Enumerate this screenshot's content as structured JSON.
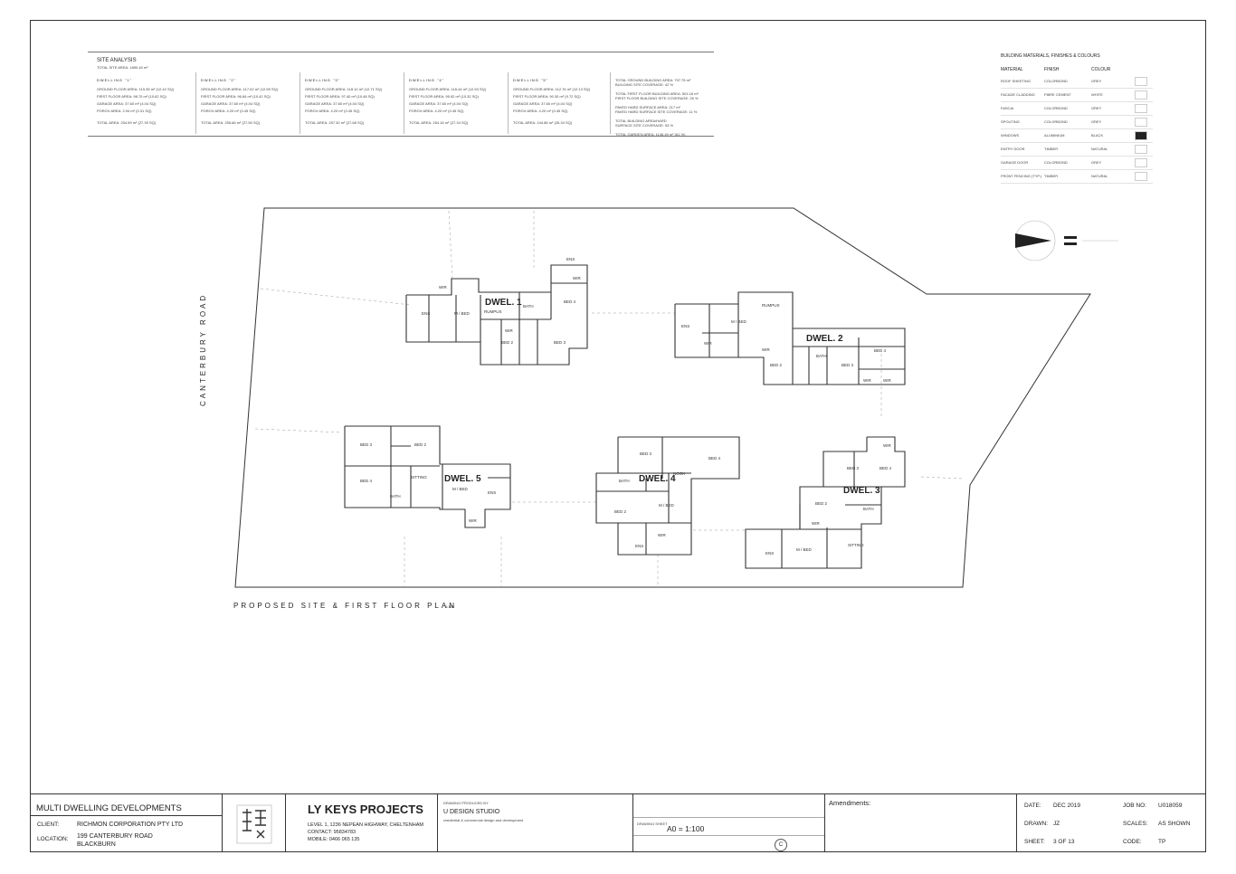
{
  "site_analysis": {
    "title": "SITE ANALYSIS",
    "subtitle": "TOTAL SITE AREA: 1890.40 m²",
    "dwellings": [
      {
        "head": "DWELLING \"1\"",
        "rows": [
          "GROUND FLOOR AREA: 115.35 m² (12.42 SQ)",
          "FIRST FLOOR AREA: 98.70 m² (10.62 SQ)",
          "GARAGE AREA: 37.60 m² (4.04 SQ)",
          "PORCH AREA: 2.94 m² (0.31 SQ)"
        ],
        "total": "TOTAL AREA: 254.59 m² (27.39 SQ)"
      },
      {
        "head": "DWELLING \"2\"",
        "rows": [
          "GROUND FLOOR AREA: 117.02 m² (12.59 SQ)",
          "FIRST FLOOR AREA: 96.84 m² (10.42 SQ)",
          "GARAGE AREA: 37.60 m² (4.04 SQ)",
          "PORCH AREA: 4.20 m² (0.45 SQ)"
        ],
        "total": "TOTAL AREA: 255.66 m² (27.50 SQ)"
      },
      {
        "head": "DWELLING \"3\"",
        "rows": [
          "GROUND FLOOR AREA: 118.10 m² (12.71 SQ)",
          "FIRST FLOOR AREA: 97.40 m² (10.48 SQ)",
          "GARAGE AREA: 37.60 m² (4.04 SQ)",
          "PORCH AREA: 4.20 m² (0.45 SQ)"
        ],
        "total": "TOTAL AREA: 257.30 m² (27.68 SQ)"
      },
      {
        "head": "DWELLING \"4\"",
        "rows": [
          "GROUND FLOOR AREA: 116.44 m² (12.53 SQ)",
          "FIRST FLOOR AREA: 95.92 m² (10.32 SQ)",
          "GARAGE AREA: 37.60 m² (4.04 SQ)",
          "PORCH AREA: 4.20 m² (0.45 SQ)"
        ],
        "total": "TOTAL AREA: 254.16 m² (27.34 SQ)"
      },
      {
        "head": "DWELLING \"5\"",
        "rows": [
          "GROUND FLOOR AREA: 112.76 m² (12.13 SQ)",
          "FIRST FLOOR AREA: 90.30 m² (9.72 SQ)",
          "GARAGE AREA: 37.60 m² (4.04 SQ)",
          "PORCH AREA: 4.20 m² (0.45 SQ)"
        ],
        "total": "TOTAL AREA: 244.86 m² (26.34 SQ)"
      }
    ],
    "totals": [
      "TOTAL GROUND BUILDING AREA: 797.75 m²",
      "BUILDING SITE COVERAGE: 42 %",
      "TOTAL FIRST FLOOR BUILDING AREA: 501.16 m²",
      "FIRST FLOOR BUILDING SITE COVERAGE: 26 %",
      "PAVED HARD SURFACE AREA: 217 m²",
      "PAVED HARD SURFACE SITE COVERAGE: 11 %",
      "TOTAL BUILDING AREA/HARD",
      "SURFACE SITE COVERAGE: 53 %",
      "TOTAL GARDEN AREA: 1146.49 m² (61 %)"
    ]
  },
  "materials": {
    "title": "BUILDING MATERIALS, FINISHES & COLOURS",
    "headers": [
      "MATERIAL",
      "FINISH",
      "COLOUR"
    ],
    "rows": [
      {
        "material": "ROOF SHEETING",
        "finish": "COLORBOND",
        "colour": "GREY",
        "swatch": "#ffffff"
      },
      {
        "material": "FACADE CLADDING",
        "finish": "FIBRE CEMENT",
        "colour": "WHITE",
        "swatch": "#ffffff"
      },
      {
        "material": "FASCIA",
        "finish": "COLORBOND",
        "colour": "GREY",
        "swatch": "#ffffff"
      },
      {
        "material": "SPOUTING",
        "finish": "COLORBOND",
        "colour": "GREY",
        "swatch": "#ffffff"
      },
      {
        "material": "WINDOWS",
        "finish": "ALUMINIUM",
        "colour": "BLACK",
        "swatch": "#222222"
      },
      {
        "material": "ENTRY DOOR",
        "finish": "TIMBER",
        "colour": "NATURAL",
        "swatch": "#ffffff"
      },
      {
        "material": "GARAGE DOOR",
        "finish": "COLORBOND",
        "colour": "GREY",
        "swatch": "#ffffff"
      },
      {
        "material": "FRONT FENCING (TYP.)",
        "finish": "TIMBER",
        "colour": "NATURAL",
        "swatch": "#ffffff"
      }
    ]
  },
  "plan": {
    "road": "CANTERBURY ROAD",
    "title": "PROPOSED SITE & FIRST FLOOR PLAN",
    "scale": "1:100",
    "dwellings": [
      {
        "name": "DWEL. 1",
        "rooms": [
          "WIR",
          "ENS",
          "M / BED",
          "RUMPUS",
          "BATH",
          "WIR",
          "ENS",
          "BED 4",
          "BED 2",
          "WIR",
          "BED 3"
        ]
      },
      {
        "name": "DWEL. 2",
        "rooms": [
          "ENS",
          "M / BED",
          "RUMPUS",
          "WIR",
          "WIR",
          "BED 2",
          "BATH",
          "BED 3",
          "BED 4",
          "WIR",
          "WIR"
        ]
      },
      {
        "name": "DWEL. 3",
        "rooms": [
          "WIR",
          "BED 3",
          "BED 4",
          "BED 2",
          "BATH",
          "WIR",
          "ENS",
          "M / BED",
          "SITTING"
        ]
      },
      {
        "name": "DWEL. 4",
        "rooms": [
          "BED 3",
          "BED 4",
          "BATH",
          "NOOK",
          "BED 2",
          "M / BED",
          "ENS",
          "WIR"
        ]
      },
      {
        "name": "DWEL. 5",
        "rooms": [
          "BED 3",
          "BED 2",
          "BED 4",
          "SITTING",
          "BATH",
          "M / BED",
          "ENS",
          "WIR"
        ]
      }
    ]
  },
  "title_block": {
    "project": "MULTI DWELLING DEVELOPMENTS",
    "client_label": "CLIENT:",
    "client": "RICHMON CORPORATION PTY LTD",
    "location_label": "LOCATION:",
    "location_line1": "199 CANTERBURY ROAD",
    "location_line2": "BLACKBURN",
    "firm": "LY KEYS PROJECTS",
    "firm_address": "LEVEL 1, 1236 NEPEAN HIGHWAY, CHELTENHAM",
    "firm_contact": "CONTACT: 95834783",
    "firm_mobile": "MOBILE: 0466 065 135",
    "produced_by_label": "DRAWING PRODUCED BY",
    "studio": "U DESIGN STUDIO",
    "studio_note": "residential & commercial design and development",
    "drawing_sheet_label": "DRAWING SHEET",
    "sheet_size": "A0 = 1:100",
    "revision": "C",
    "amendments_label": "Amendments:",
    "date_label": "DATE:",
    "date": "DEC 2019",
    "drawn_label": "DRAWN:",
    "drawn": "JZ",
    "sheet_label": "SHEET:",
    "sheet": "3 OF 13",
    "job_label": "JOB NO:",
    "job": "U018059",
    "scales_label": "SCALES:",
    "scales": "AS SHOWN",
    "code_label": "CODE:",
    "code": "TP"
  }
}
